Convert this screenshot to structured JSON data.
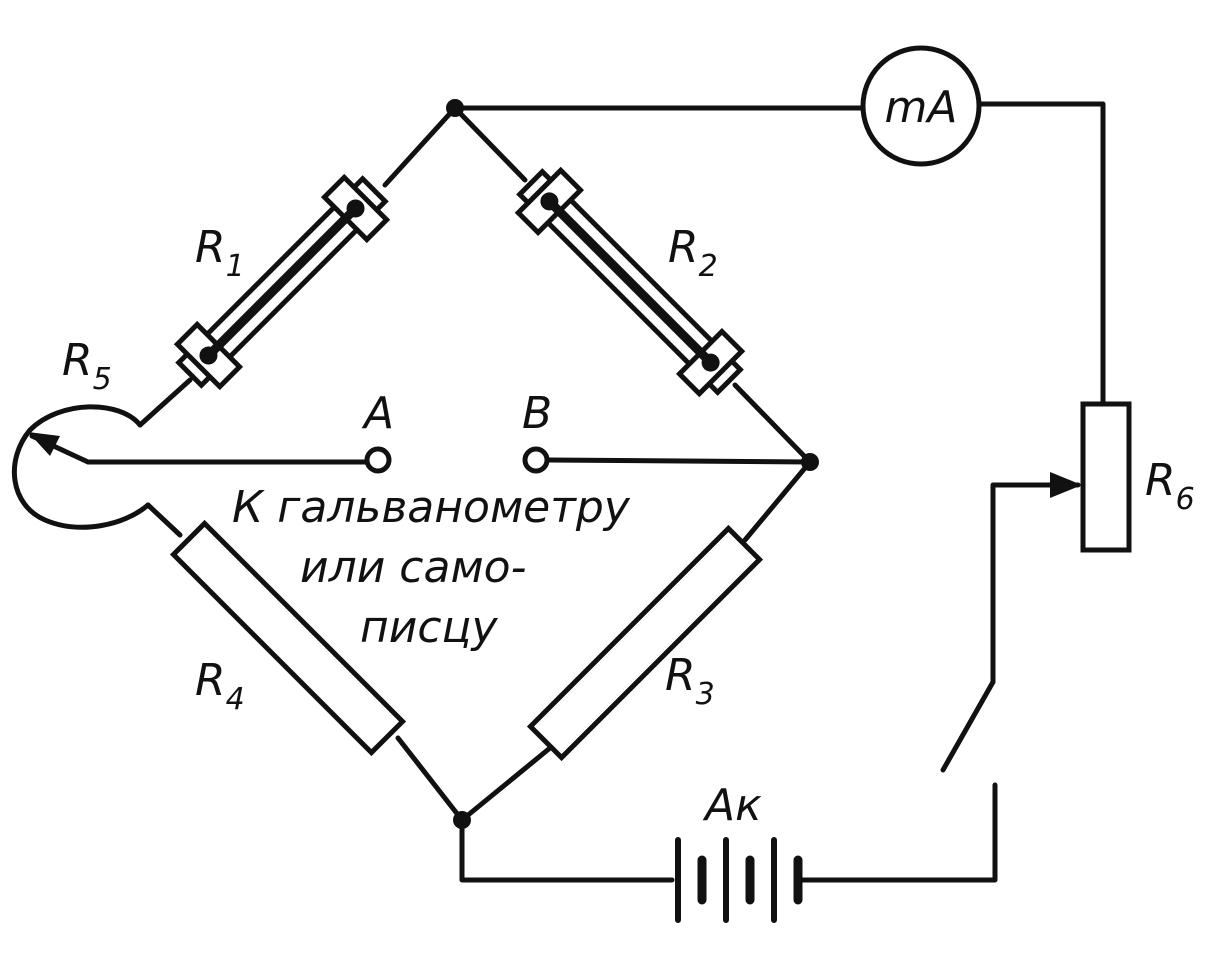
{
  "diagram": {
    "labels": {
      "r1": {
        "main": "R",
        "sub": "1"
      },
      "r2": {
        "main": "R",
        "sub": "2"
      },
      "r3": {
        "main": "R",
        "sub": "3"
      },
      "r4": {
        "main": "R",
        "sub": "4"
      },
      "r5": {
        "main": "R",
        "sub": "5"
      },
      "r6": {
        "main": "R",
        "sub": "6"
      },
      "a": "A",
      "b": "B",
      "ma": "mA",
      "ak": "Ак"
    },
    "note": {
      "line1": "К гальванометру",
      "line2": "или само-",
      "line3": "писцу"
    }
  }
}
